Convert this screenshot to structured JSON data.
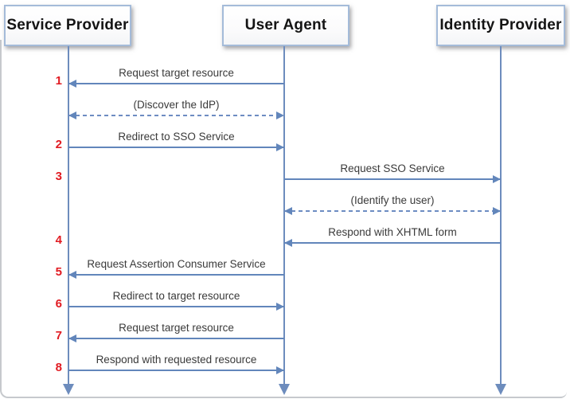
{
  "diagram": {
    "title_semantic": "SAML SSO browser profile sequence diagram",
    "colors": {
      "line_blue": "#6286bb",
      "box_border_blue": "#a4bbd9",
      "number_red": "#e11b22",
      "label_text": "#3a3a3a",
      "frame_gray": "#c6c9cd"
    },
    "actors": [
      {
        "id": "sp",
        "label": "Service Provider"
      },
      {
        "id": "ua",
        "label": "User Agent"
      },
      {
        "id": "idp",
        "label": "Identity Provider"
      }
    ],
    "messages": [
      {
        "num": "1",
        "label": "Request target resource",
        "from": "ua",
        "to": "sp",
        "style": "solid",
        "bidirectional": false
      },
      {
        "num": "",
        "label": "(Discover the IdP)",
        "from": "sp",
        "to": "ua",
        "style": "dashed",
        "bidirectional": true
      },
      {
        "num": "2",
        "label": "Redirect to SSO Service",
        "from": "sp",
        "to": "ua",
        "style": "solid",
        "bidirectional": false
      },
      {
        "num": "3",
        "label": "Request SSO Service",
        "from": "ua",
        "to": "idp",
        "style": "solid",
        "bidirectional": false
      },
      {
        "num": "",
        "label": "(Identify the user)",
        "from": "ua",
        "to": "idp",
        "style": "dashed",
        "bidirectional": true
      },
      {
        "num": "4",
        "label": "Respond with XHTML form",
        "from": "idp",
        "to": "ua",
        "style": "solid",
        "bidirectional": false
      },
      {
        "num": "5",
        "label": "Request Assertion Consumer Service",
        "from": "ua",
        "to": "sp",
        "style": "solid",
        "bidirectional": false
      },
      {
        "num": "6",
        "label": "Redirect to target resource",
        "from": "sp",
        "to": "ua",
        "style": "solid",
        "bidirectional": false
      },
      {
        "num": "7",
        "label": "Request target resource",
        "from": "ua",
        "to": "sp",
        "style": "solid",
        "bidirectional": false
      },
      {
        "num": "8",
        "label": "Respond with requested resource",
        "from": "sp",
        "to": "ua",
        "style": "solid",
        "bidirectional": false
      }
    ]
  }
}
